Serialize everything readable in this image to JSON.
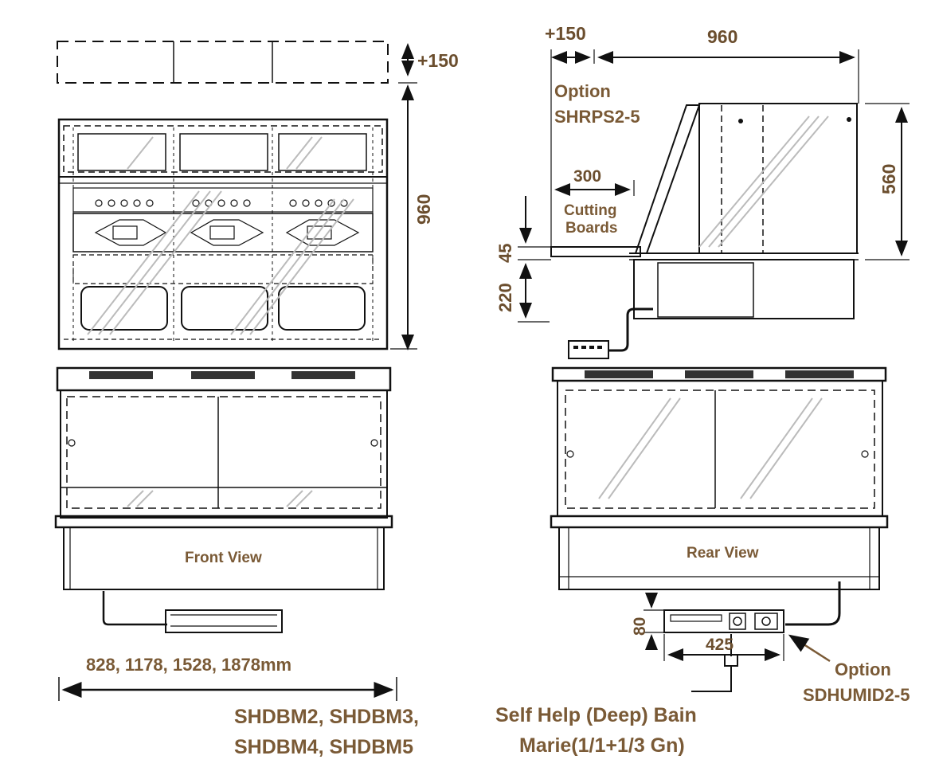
{
  "colors": {
    "label": "#7a5a36",
    "line": "#111111",
    "background": "#ffffff"
  },
  "left": {
    "top_extension": "+150",
    "height": "960",
    "front_view": "Front View",
    "widths": "828, 1178, 1528, 1878mm",
    "models_line1": "SHDBM2, SHDBM3,",
    "models_line2": "SHDBM4, SHDBM5"
  },
  "right": {
    "offset": "+150",
    "depth": "960",
    "option1_title": "Option",
    "option1_code": "SHRPS2-5",
    "board_width": "300",
    "cutting_line1": "Cutting",
    "cutting_line2": "Boards",
    "height_side": "560",
    "dim_45": "45",
    "dim_220": "220",
    "rear_view": "Rear View",
    "dim_80": "80",
    "dim_425": "425",
    "option2_title": "Option",
    "option2_code": "SDHUMID2-5",
    "product_line1": "Self Help (Deep) Bain",
    "product_line2": "Marie(1/1+1/3 Gn)"
  }
}
